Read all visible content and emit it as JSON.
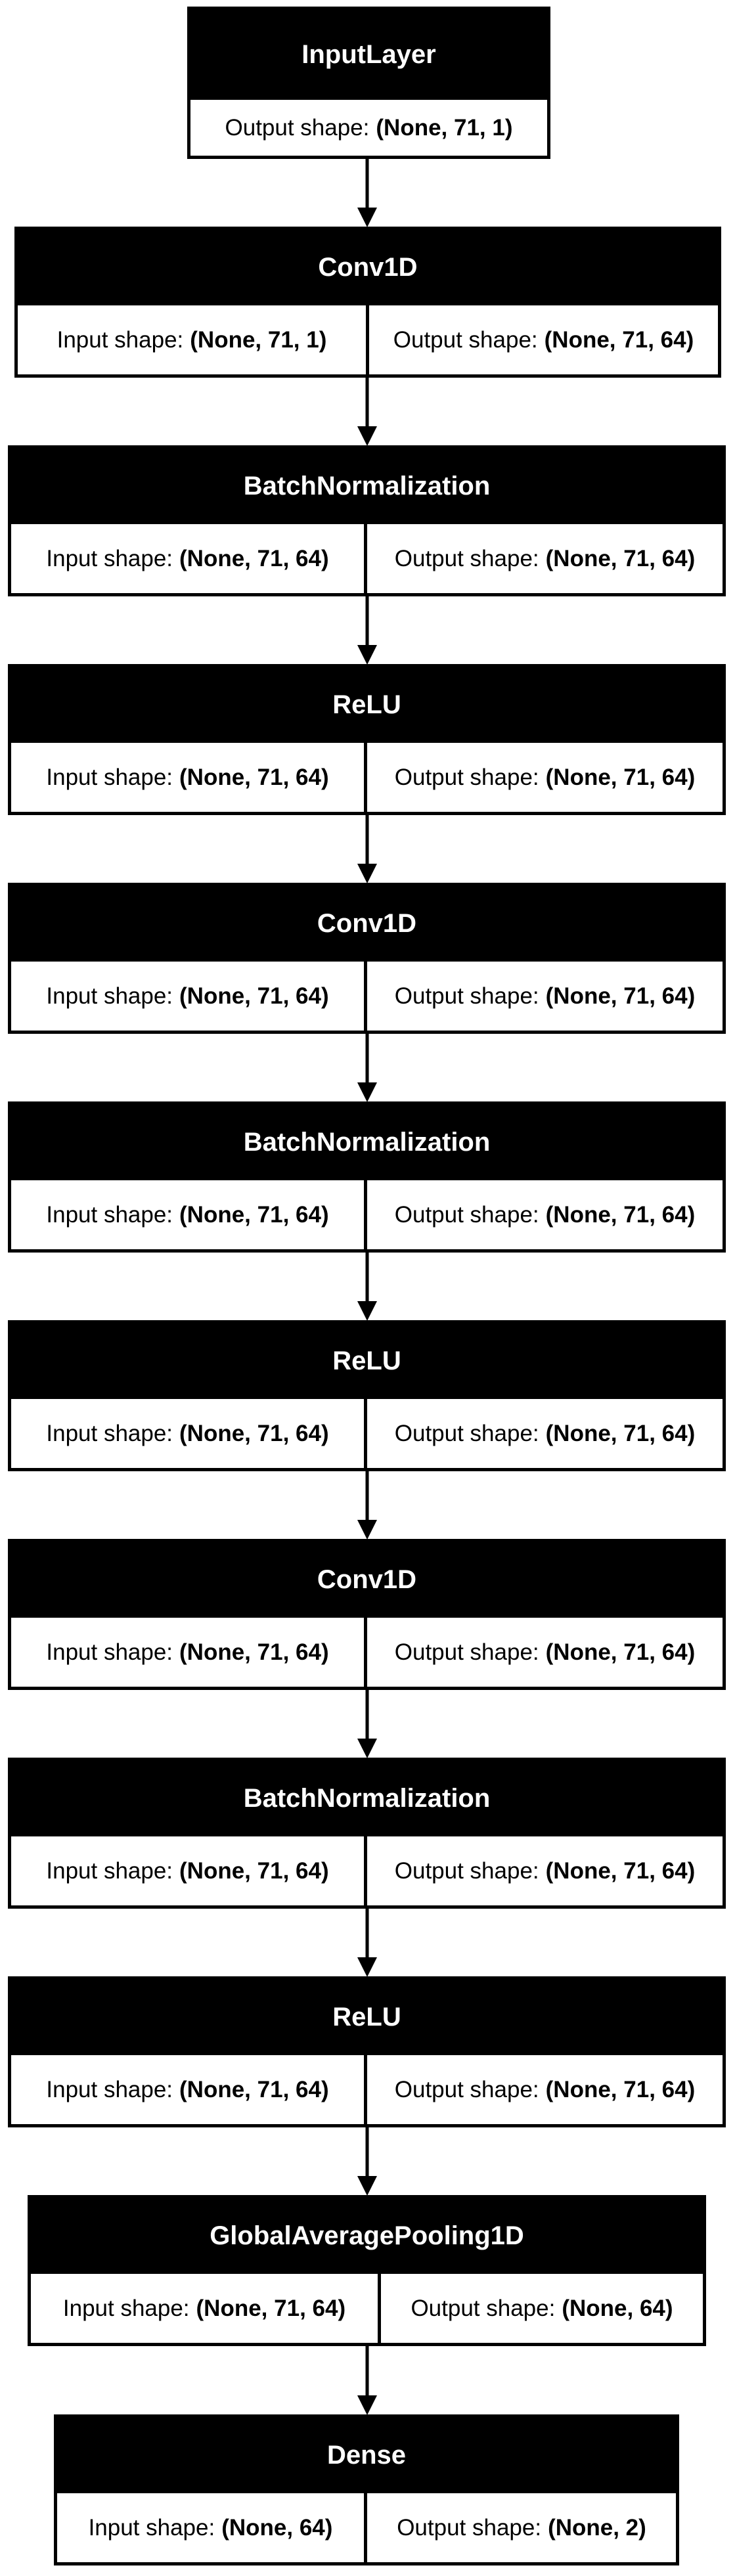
{
  "diagram": {
    "layers": [
      {
        "name": "InputLayer",
        "cells": [
          {
            "label": "Output shape:",
            "value": "(None, 71, 1)"
          }
        ]
      },
      {
        "name": "Conv1D",
        "cells": [
          {
            "label": "Input shape:",
            "value": "(None, 71, 1)"
          },
          {
            "label": "Output shape:",
            "value": "(None, 71, 64)"
          }
        ]
      },
      {
        "name": "BatchNormalization",
        "cells": [
          {
            "label": "Input shape:",
            "value": "(None, 71, 64)"
          },
          {
            "label": "Output shape:",
            "value": "(None, 71, 64)"
          }
        ]
      },
      {
        "name": "ReLU",
        "cells": [
          {
            "label": "Input shape:",
            "value": "(None, 71, 64)"
          },
          {
            "label": "Output shape:",
            "value": "(None, 71, 64)"
          }
        ]
      },
      {
        "name": "Conv1D",
        "cells": [
          {
            "label": "Input shape:",
            "value": "(None, 71, 64)"
          },
          {
            "label": "Output shape:",
            "value": "(None, 71, 64)"
          }
        ]
      },
      {
        "name": "BatchNormalization",
        "cells": [
          {
            "label": "Input shape:",
            "value": "(None, 71, 64)"
          },
          {
            "label": "Output shape:",
            "value": "(None, 71, 64)"
          }
        ]
      },
      {
        "name": "ReLU",
        "cells": [
          {
            "label": "Input shape:",
            "value": "(None, 71, 64)"
          },
          {
            "label": "Output shape:",
            "value": "(None, 71, 64)"
          }
        ]
      },
      {
        "name": "Conv1D",
        "cells": [
          {
            "label": "Input shape:",
            "value": "(None, 71, 64)"
          },
          {
            "label": "Output shape:",
            "value": "(None, 71, 64)"
          }
        ]
      },
      {
        "name": "BatchNormalization",
        "cells": [
          {
            "label": "Input shape:",
            "value": "(None, 71, 64)"
          },
          {
            "label": "Output shape:",
            "value": "(None, 71, 64)"
          }
        ]
      },
      {
        "name": "ReLU",
        "cells": [
          {
            "label": "Input shape:",
            "value": "(None, 71, 64)"
          },
          {
            "label": "Output shape:",
            "value": "(None, 71, 64)"
          }
        ]
      },
      {
        "name": "GlobalAveragePooling1D",
        "cells": [
          {
            "label": "Input shape:",
            "value": "(None, 71, 64)"
          },
          {
            "label": "Output shape:",
            "value": "(None, 64)"
          }
        ]
      },
      {
        "name": "Dense",
        "cells": [
          {
            "label": "Input shape:",
            "value": "(None, 64)"
          },
          {
            "label": "Output shape:",
            "value": "(None, 2)"
          }
        ]
      }
    ]
  }
}
